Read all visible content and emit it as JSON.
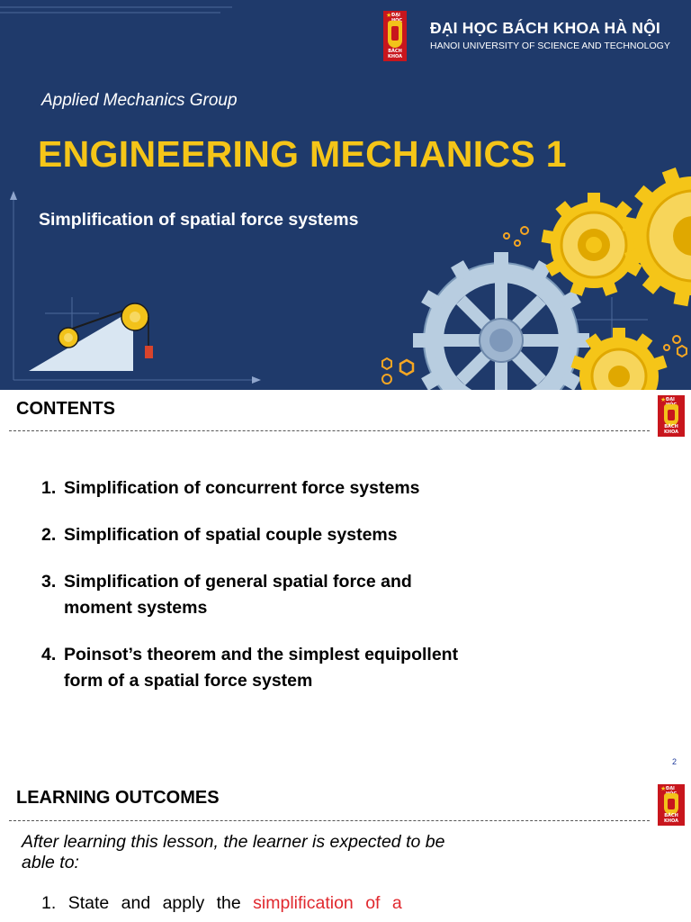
{
  "slide_title": {
    "university_name": "ĐẠI HỌC BÁCH KHOA HÀ NỘI",
    "university_name_en": "HANOI UNIVERSITY OF SCIENCE AND TECHNOLOGY",
    "group": "Applied Mechanics Group",
    "course_title": "ENGINEERING MECHANICS 1",
    "lesson_title": "Simplification of spatial force systems",
    "logo": {
      "top_text": "ĐẠI HỌC",
      "bottom_text": "BÁCH KHOA"
    }
  },
  "contents": {
    "heading": "CONTENTS",
    "items": [
      {
        "num": "1.",
        "text": "Simplification of concurrent force systems"
      },
      {
        "num": "2.",
        "text": "Simplification of spatial couple systems"
      },
      {
        "num": "3.",
        "text": "Simplification of general spatial force and moment systems"
      },
      {
        "num": "4.",
        "text": "Poinsot’s theorem and the simplest equipollent form of a spatial force system"
      }
    ],
    "page_number": "2"
  },
  "learning_outcomes": {
    "heading": "LEARNING OUTCOMES",
    "intro": "After learning this lesson, the learner is expected to be able to:",
    "items": [
      {
        "num": "1.",
        "text_prefix": "State and apply the ",
        "highlight": "simplification of a"
      }
    ]
  },
  "colors": {
    "title_bg": "#1f3a6b",
    "title_accent": "#f5c518",
    "logo_red": "#c8161d",
    "highlight_red": "#e0282e"
  }
}
